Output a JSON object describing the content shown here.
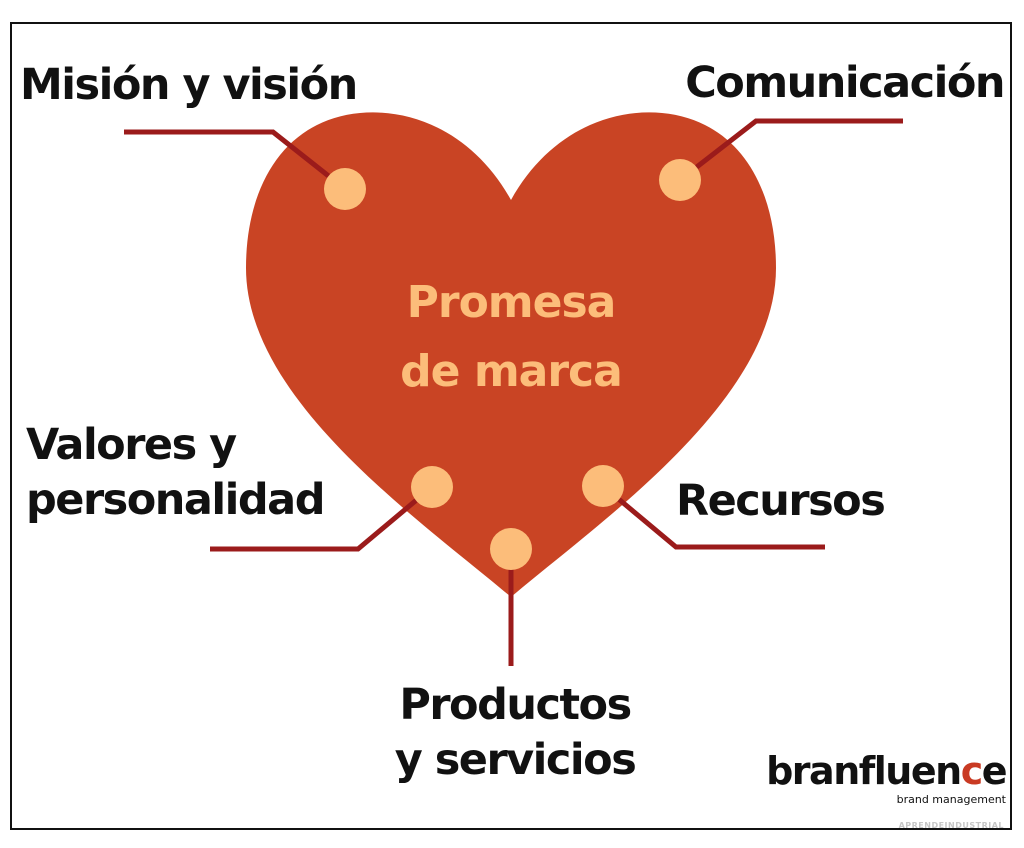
{
  "diagram": {
    "center": {
      "line1": "Promesa",
      "line2": "de marca"
    },
    "elements": {
      "mision": "Misión y visión",
      "comunicacion": "Comunicación",
      "valores_line1": "Valores y",
      "valores_line2": "personalidad",
      "recursos": "Recursos",
      "productos_line1": "Productos",
      "productos_line2": "y servicios"
    }
  },
  "brand": {
    "word_main": "branfluen",
    "word_accent": "c",
    "word_end": "e",
    "tagline": "brand management"
  },
  "watermark": "APRENDEINDUSTRIAL",
  "colors": {
    "heart": "#c94424",
    "dots": "#fcbd7a",
    "connector": "#9b1b1b",
    "center_text": "#fcbd7a",
    "label_text": "#111111"
  }
}
